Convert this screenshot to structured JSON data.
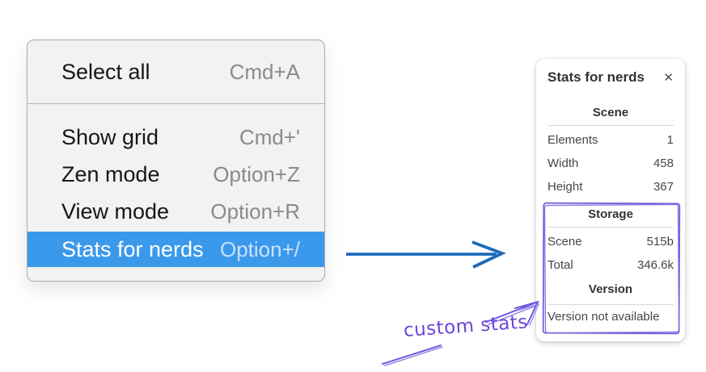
{
  "context_menu": {
    "items": [
      {
        "label": "Select all",
        "shortcut": "Cmd+A"
      },
      {
        "label": "Show grid",
        "shortcut": "Cmd+'"
      },
      {
        "label": "Zen mode",
        "shortcut": "Option+Z"
      },
      {
        "label": "View mode",
        "shortcut": "Option+R"
      },
      {
        "label": "Stats for nerds",
        "shortcut": "Option+/"
      }
    ],
    "highlighted_item": "Stats for nerds",
    "highlight_color": "#3b99ec"
  },
  "stats_panel": {
    "title": "Stats for nerds",
    "icons": {
      "close": "✕"
    },
    "scene": {
      "heading": "Scene",
      "rows": [
        {
          "label": "Elements",
          "value": "1"
        },
        {
          "label": "Width",
          "value": "458"
        },
        {
          "label": "Height",
          "value": "367"
        }
      ]
    },
    "storage": {
      "heading": "Storage",
      "rows": [
        {
          "label": "Scene",
          "value": "515b"
        },
        {
          "label": "Total",
          "value": "346.6k"
        }
      ]
    },
    "version": {
      "heading": "Version",
      "message": "Version not available"
    }
  },
  "annotations": {
    "custom_stats_label": "custom stats",
    "purple_color": "#6b46d8",
    "arrow_blue_color": "#1e6bb8"
  }
}
